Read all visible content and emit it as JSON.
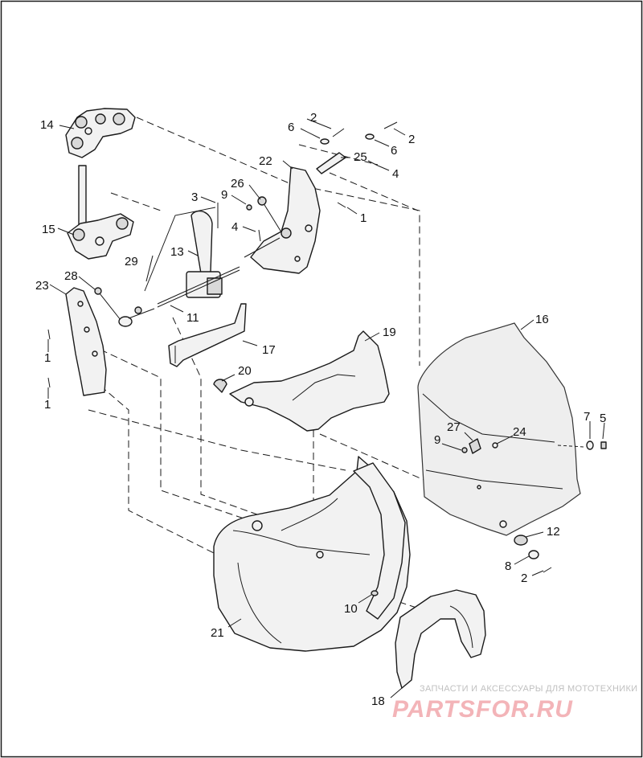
{
  "callouts": {
    "c1a": "1",
    "c1b": "1",
    "c1c": "1",
    "c2a": "2",
    "c2b": "2",
    "c2c": "2",
    "c3": "3",
    "c4a": "4",
    "c4b": "4",
    "c5": "5",
    "c6a": "6",
    "c6b": "6",
    "c7": "7",
    "c8": "8",
    "c9a": "9",
    "c9b": "9",
    "c10": "10",
    "c11": "11",
    "c12": "12",
    "c13": "13",
    "c14": "14",
    "c15": "15",
    "c16": "16",
    "c17": "17",
    "c18": "18",
    "c19": "19",
    "c20": "20",
    "c21": "21",
    "c22": "22",
    "c23": "23",
    "c24": "24",
    "c25": "25",
    "c26": "26",
    "c27": "27",
    "c28": "28",
    "c29": "29"
  },
  "watermark": {
    "tagline": "ЗАПЧАСТИ И АКСЕССУАРЫ ДЛЯ МОТОТЕХНИКИ",
    "logo": "PARTSFOR.RU"
  },
  "colors": {
    "line": "#1a1a1a",
    "part_fill": "#f2f2f2",
    "watermark_logo": "#f3b4b8",
    "watermark_text": "#c0c0c0"
  }
}
